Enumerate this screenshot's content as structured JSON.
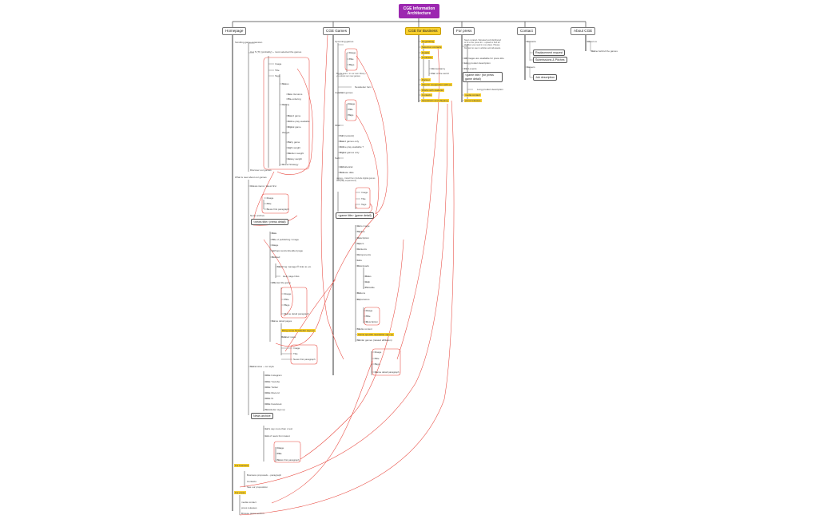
{
  "root": "CGE Information Architecture",
  "tabs": {
    "homepage": "Homepage",
    "cge_games": "CGE Games",
    "for_business": "CGE for Business",
    "for_press": "For press",
    "contact": "Contact",
    "about": "About CGE"
  },
  "homepage": {
    "a": "Scrolling game expansion",
    "b": "3 or 5 (TI) (probably) ~ most selected the games",
    "c": "Image",
    "d": "Title",
    "e": "Tags",
    "f": "Status",
    "g": "New Versions",
    "h": "Pre-ordering",
    "i": "Variety",
    "j": "Board game",
    "k": "Online play available",
    "l": "Digital game",
    "m": "Weight",
    "n": "Party game",
    "o": "Light weight",
    "p": "Medium weight",
    "q": "Heavy weight",
    "r": "Grand Strategy",
    "s": "Discover our games",
    "t": "What is new about our games",
    "u": "4 news items / latest first",
    "v": "Image",
    "w": "Title",
    "x": "News first paragraph",
    "y": "News archive",
    "z": "<news title> (news detail)",
    "za": "Date",
    "zb": "Title of publishing / image",
    "zc": "Image",
    "zd": "perhaps text/embedded page",
    "ze": "Related",
    "zf": "Matching manager® links to em",
    "zg": "Help page links",
    "zh": "Affected tile game",
    "zi": "Image",
    "zj": "Title",
    "zk": "Tags",
    "zl": "Game detail paragraph",
    "zm": "Game detail pages",
    "zn": "Bring some Newsletter sign up",
    "zo": "Related news",
    "zp": "Image",
    "zq": "Title",
    "zr": "News first paragraph",
    "zs": "Social sites ~ our style",
    "zt": "CGE Instagram",
    "zu": "CGE Youtube",
    "zv": "CGE Twitter",
    "zw": "CGE Discord",
    "zx": "CGE IS",
    "zy": "CGE Facebook",
    "zz": "Newsletter sign up",
    "y1": "News archive",
    "y2": "Let's say more than x text",
    "y3": "List of news from latest",
    "y4": "Image",
    "y5": "Title",
    "y6": "News first paragraph",
    "y7": "For business",
    "y8": "Business proposals – paragraph",
    "y9": "Contacts",
    "y10": "See our proposition",
    "y11": "For press",
    "y12": "media contact",
    "y13": "press releases",
    "y14": "Browse press section"
  },
  "games": {
    "a": "Upcoming games",
    "b": "Image",
    "c": "Title",
    "d": "Tags",
    "e": "By the team / in our own library / you about our new games",
    "f": "Newsletter form",
    "g": "Important games",
    "h": "Image",
    "i": "Title",
    "j": "Tags",
    "k": "Filter",
    "l": "Full (network)",
    "m": "Board games only",
    "n": "Online play available ?",
    "o": "Digital games only",
    "p": "Sort",
    "q": "Alphabetical",
    "r": "Release date",
    "s": "games – listed from (include digital games also play expansions)",
    "t": "Image",
    "u": "Title",
    "v": "Tags",
    "w": "<game title> (game detail)",
    "x": "Hero image",
    "y": "Tagline",
    "z": "Description",
    "za": "Specs",
    "zb": "Contents",
    "zc": "Components",
    "zd": "Lore",
    "ze": "Downloads",
    "zf": "Rules",
    "zg": "Help",
    "zh": "Printable",
    "zi": "Buttons",
    "zj": "Expansions",
    "zk": "Image",
    "zl": "Title",
    "zm": "Description",
    "zn": "Media content",
    "zo": "Game specific newsletter sign up",
    "zp": "Similar games (related affiliation)",
    "zq": "Image",
    "zr": "Title",
    "zs": "Tags",
    "zt": "Game detail paragraph"
  },
  "business": {
    "a": "Negotiating",
    "b": "Selection contacts",
    "c": "Details",
    "d": "Contracts",
    "e": "Accountancy",
    "f": "Fair of the world",
    "g": "Partner",
    "h": "Idea for cooperation with us",
    "i": "Works with students",
    "j": "Contacts",
    "k": "Operations and shipping"
  },
  "press": {
    "intro": "News curated / Elevated and distributed to fit to the press kit – upload or find all the files you need in one place. Please find text to use in articles and all assets.",
    "a": "All images are available for press kits.",
    "b": "Long product description",
    "c": "Find events",
    "d": "<game title> (for press game detail)",
    "e": "Long product description",
    "f": "media contact",
    "g": "press releases"
  },
  "contact": {
    "a": "Contacts",
    "b": "Replacement request",
    "c": "Submissions & Pitches",
    "d": "Careers",
    "e": "Job description"
  },
  "about": {
    "a": "About us",
    "b": "Game behind the games"
  }
}
